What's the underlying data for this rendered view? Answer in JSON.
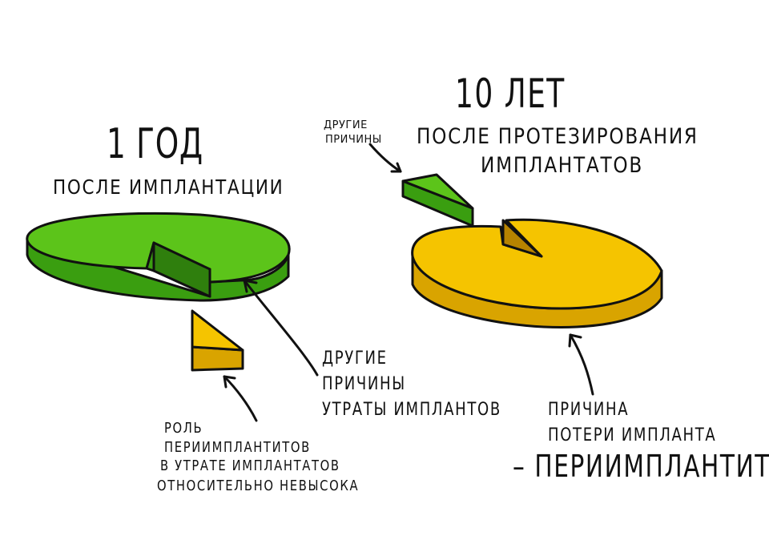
{
  "left_chart": {
    "heading": "1 ГОД",
    "subheading": "ПОСЛЕ ИМПЛАНТАЦИИ",
    "main_slice_color": "#5cc41a",
    "exploded_slice_color": "#f5c400",
    "main_label_lines": [
      "ДРУГИЕ",
      "ПРИЧИНЫ",
      "УТРАТЫ ИМПЛАНТОВ"
    ],
    "note_lines": [
      "РОЛЬ",
      "ПЕРИИМПЛАНТИТОВ",
      "В УТРАТЕ ИМПЛАНТАТОВ",
      "ОТНОСИТЕЛЬНО НЕВЫСОКА"
    ]
  },
  "right_chart": {
    "heading": "10 ЛЕТ",
    "subheading_lines": [
      "ПОСЛЕ ПРОТЕЗИРОВАНИЯ",
      "ИМПЛАНТАТОВ"
    ],
    "main_slice_color": "#f5c400",
    "exploded_slice_color": "#5cc41a",
    "small_label_lines": [
      "ДРУГИЕ",
      "ПРИЧИНЫ"
    ],
    "main_label_lines": [
      "ПРИЧИНА",
      "ПОТЕРИ ИМПЛАНТА",
      "– ПЕРИИМПЛАНТИТ!"
    ]
  }
}
